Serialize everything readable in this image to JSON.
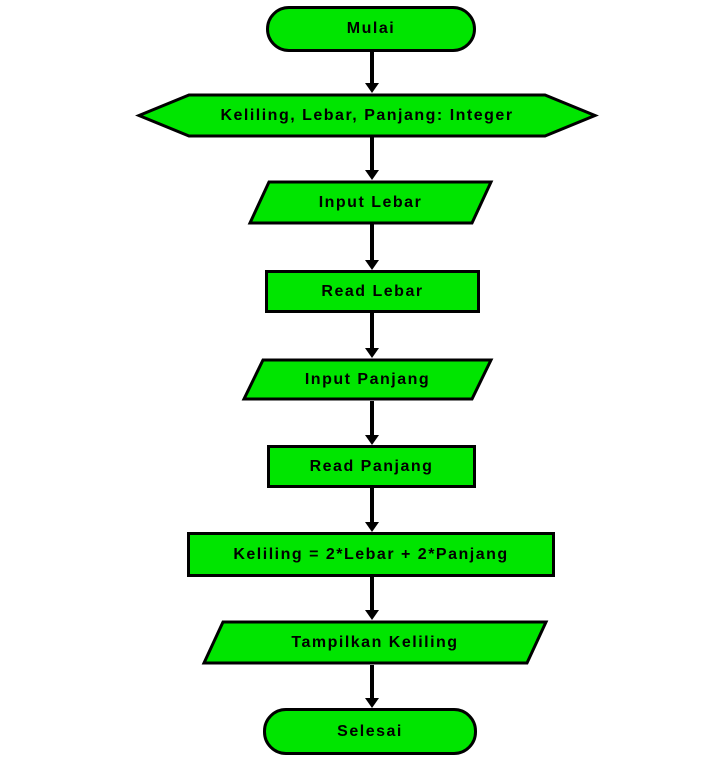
{
  "colors": {
    "page_background": "#ffffff",
    "shape_fill": "#00e500",
    "shape_stroke": "#000000",
    "arrow": "#000000",
    "text": "#000000"
  },
  "flowchart": {
    "description": "Flowchart menghitung keliling persegi panjang",
    "nodes": [
      {
        "id": "start",
        "type": "terminator",
        "label": "Mulai"
      },
      {
        "id": "declaration",
        "type": "preparation",
        "label": "Keliling, Lebar, Panjang: Integer"
      },
      {
        "id": "input-lebar",
        "type": "input-output",
        "label": "Input Lebar"
      },
      {
        "id": "read-lebar",
        "type": "process",
        "label": "Read Lebar"
      },
      {
        "id": "input-panjang",
        "type": "input-output",
        "label": "Input Panjang"
      },
      {
        "id": "read-panjang",
        "type": "process",
        "label": "Read Panjang"
      },
      {
        "id": "compute-keliling",
        "type": "process",
        "label": "Keliling = 2*Lebar + 2*Panjang"
      },
      {
        "id": "output-keliling",
        "type": "input-output",
        "label": "Tampilkan Keliling"
      },
      {
        "id": "end",
        "type": "terminator",
        "label": "Selesai"
      }
    ],
    "edges": [
      {
        "from": "start",
        "to": "declaration"
      },
      {
        "from": "declaration",
        "to": "input-lebar"
      },
      {
        "from": "input-lebar",
        "to": "read-lebar"
      },
      {
        "from": "read-lebar",
        "to": "input-panjang"
      },
      {
        "from": "input-panjang",
        "to": "read-panjang"
      },
      {
        "from": "read-panjang",
        "to": "compute-keliling"
      },
      {
        "from": "compute-keliling",
        "to": "output-keliling"
      },
      {
        "from": "output-keliling",
        "to": "end"
      }
    ]
  }
}
